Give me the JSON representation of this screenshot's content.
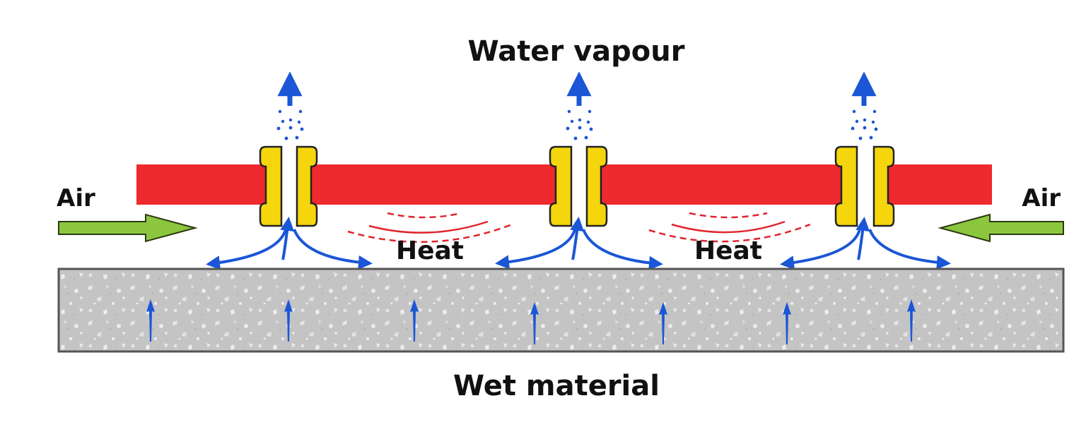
{
  "labels": {
    "top": "Water vapour",
    "air_left": "Air",
    "air_right": "Air",
    "heat_left": "Heat",
    "heat_right": "Heat",
    "bottom": "Wet material"
  },
  "colors": {
    "heater": "#ee2a2e",
    "nozzle": "#f5d60c",
    "nozzle_outline": "#222222",
    "flow": "#1a56d6",
    "air_arrow": "#8cc63f",
    "heat_wave": "#e0242c",
    "material": "#c4c4c4",
    "material_border": "#555555",
    "text": "#111111"
  },
  "icons": {
    "vapour": "up-arrow-icon",
    "air": "right-arrow-icon",
    "flow": "curved-arrow-icon",
    "heat": "heat-wave-icon",
    "moisture": "moisture-up-arrow-icon"
  }
}
